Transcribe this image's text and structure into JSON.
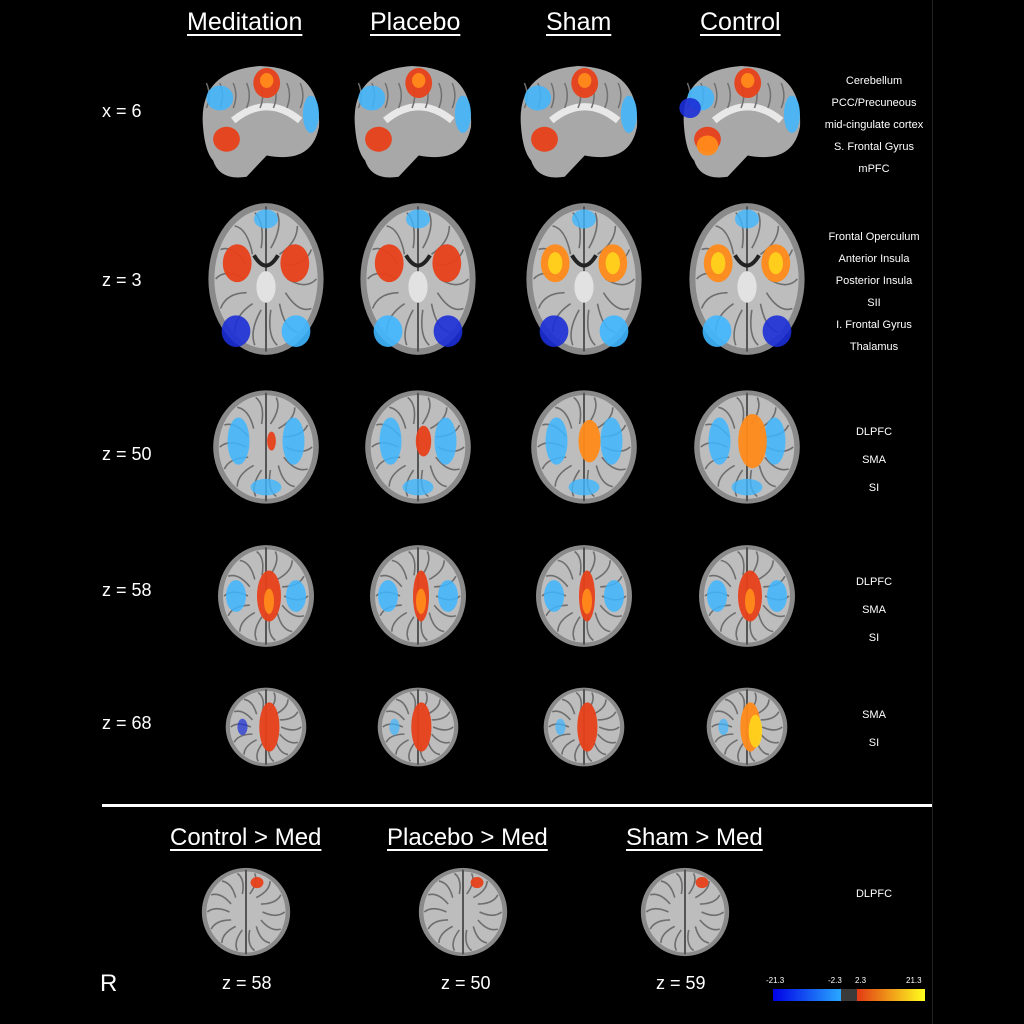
{
  "columns": [
    "Meditation",
    "Placebo",
    "Sham",
    "Control"
  ],
  "rows": [
    {
      "label": "x = 6",
      "view": "sagittal",
      "regions": [
        "Cerebellum",
        "PCC/Precuneous",
        "mid-cingulate cortex",
        "S. Frontal Gyrus",
        "mPFC"
      ]
    },
    {
      "label": "z = 3",
      "view": "axial-low",
      "regions": [
        "Frontal Operculum",
        "Anterior Insula",
        "Posterior Insula",
        "SII",
        "I. Frontal Gyrus",
        "Thalamus"
      ]
    },
    {
      "label": "z = 50",
      "view": "axial-mid",
      "regions": [
        "DLPFC",
        "SMA",
        "SI"
      ]
    },
    {
      "label": "z = 58",
      "view": "axial-high",
      "regions": [
        "DLPFC",
        "SMA",
        "SI"
      ]
    },
    {
      "label": "z = 68",
      "view": "axial-top",
      "regions": [
        "SMA",
        "SI"
      ]
    }
  ],
  "contrasts": [
    {
      "title": "Control > Med",
      "z_label": "z = 58"
    },
    {
      "title": "Placebo > Med",
      "z_label": "z = 50"
    },
    {
      "title": "Sham > Med",
      "z_label": "z = 59"
    }
  ],
  "contrast_region": "DLPFC",
  "orientation_label": "R",
  "colorbar": {
    "ticks": [
      "-21.3",
      "-2.3",
      "2.3",
      "21.3"
    ],
    "negative_colors": [
      "#0000e6",
      "#29a8ff"
    ],
    "positive_colors": [
      "#e23a14",
      "#ffff1e"
    ]
  }
}
